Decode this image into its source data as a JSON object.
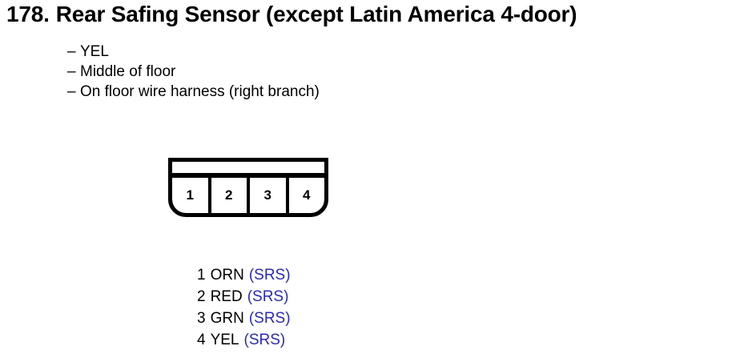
{
  "title": {
    "number": "178.",
    "text": "Rear Safing Sensor (except Latin America 4-door)"
  },
  "description": {
    "dash": "–",
    "items": [
      "YEL",
      "Middle of floor",
      "On floor wire harness (right branch)"
    ]
  },
  "connector": {
    "name": "4-pin-connector",
    "pins": [
      "1",
      "2",
      "3",
      "4"
    ]
  },
  "pin_legend": {
    "system_color": "#2a2ab5",
    "rows": [
      {
        "pin": "1",
        "wire_color": "ORN",
        "system": "(SRS)"
      },
      {
        "pin": "2",
        "wire_color": "RED",
        "system": "(SRS)"
      },
      {
        "pin": "3",
        "wire_color": "GRN",
        "system": "(SRS)"
      },
      {
        "pin": "4",
        "wire_color": "YEL",
        "system": "(SRS)"
      }
    ]
  }
}
